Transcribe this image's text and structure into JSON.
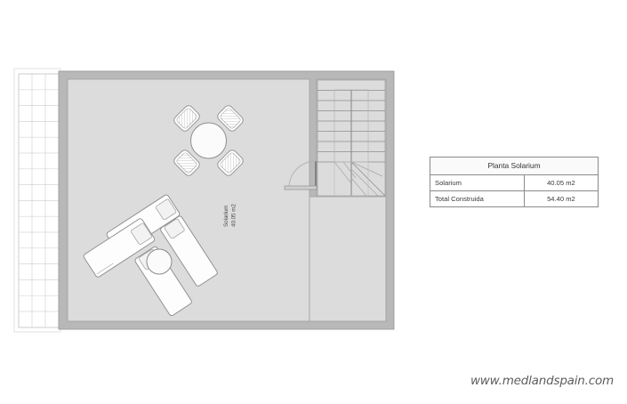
{
  "document": {
    "type": "architectural-floor-plan",
    "plan_name": "Planta Solarium"
  },
  "plan": {
    "room_label_name": "Solarium",
    "room_label_area": "40.05 m2",
    "features": {
      "terrace_tiles": "tiled-terrace-grid",
      "dining_set": "round-table-with-four-chairs",
      "lounger_set": "four-sun-loungers-with-side-table",
      "staircase": "straight-stair-with-winder",
      "door": "single-swing-door"
    },
    "colors": {
      "wall_fill": "#b8b8b8",
      "wall_stroke": "#8f8f8f",
      "floor_fill": "#dcdcdc",
      "floor_stroke": "#9a9a9a",
      "furniture_fill": "#f7f7f7",
      "furniture_stroke": "#8a8a8a",
      "tile_stroke": "#cfcfcf",
      "stair_stroke": "#8d8d8d",
      "text": "#4a4a4a"
    }
  },
  "area_table": {
    "title": "Planta Solarium",
    "columns": [
      "",
      ""
    ],
    "rows": [
      {
        "label": "Solarium",
        "value": "40.05 m2"
      },
      {
        "label": "Total Construida",
        "value": "54.40 m2"
      }
    ]
  },
  "watermark": {
    "text": "www.medlandspain.com"
  }
}
